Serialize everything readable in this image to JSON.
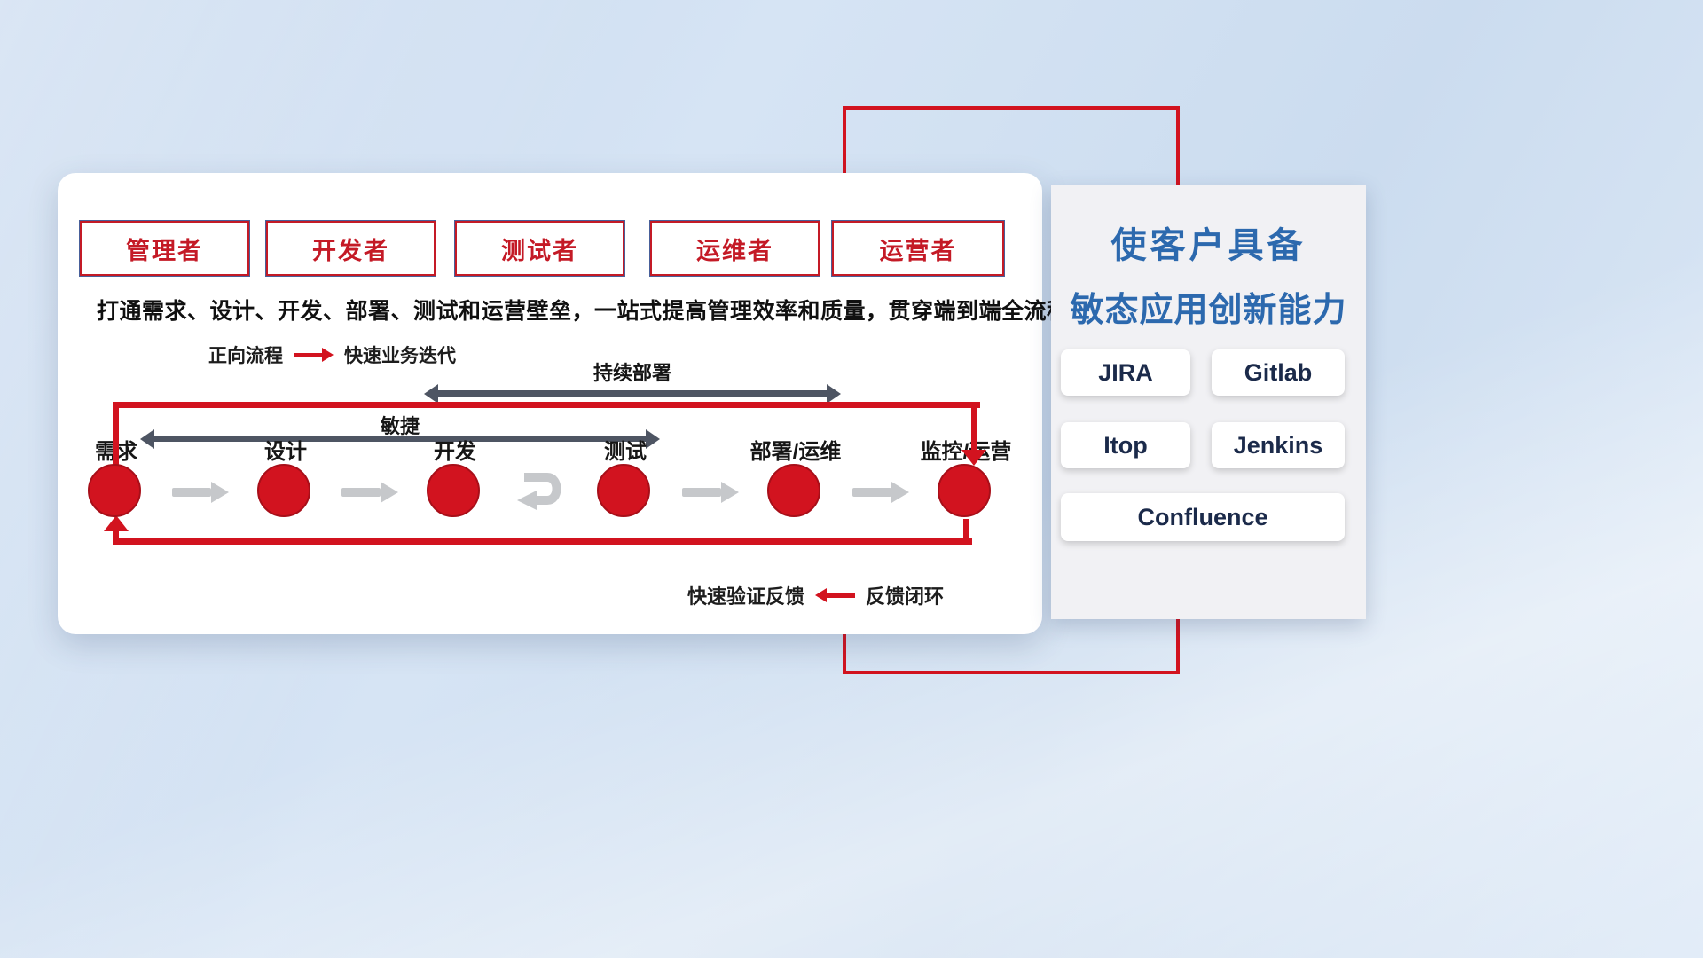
{
  "colors": {
    "accent-red": "#d2131f",
    "text-red": "#c41a26",
    "dark-arrow": "#4e5563",
    "light-arrow": "#c6c8cb",
    "blue-title": "#2c69ae"
  },
  "card": {
    "roles": [
      "管理者",
      "开发者",
      "测试者",
      "运维者",
      "运营者"
    ],
    "description": "打通需求、设计、开发、部署、测试和运营壁垒，一站式提高管理效率和质量，贯穿端到端全流程",
    "forward_legend": {
      "label": "正向流程",
      "value": "快速业务迭代"
    },
    "feedback_legend": {
      "label": "快速验证反馈",
      "value": "反馈闭环"
    },
    "flow": {
      "stages": [
        "需求",
        "设计",
        "开发",
        "测试",
        "部署/运维",
        "监控/运营"
      ],
      "agile_label": "敏捷",
      "cd_label": "持续部署"
    }
  },
  "panel": {
    "title_line1": "使客户具备",
    "title_line2": "敏态应用创新能力",
    "tools": [
      "JIRA",
      "Gitlab",
      "Itop",
      "Jenkins",
      "Confluence"
    ]
  }
}
